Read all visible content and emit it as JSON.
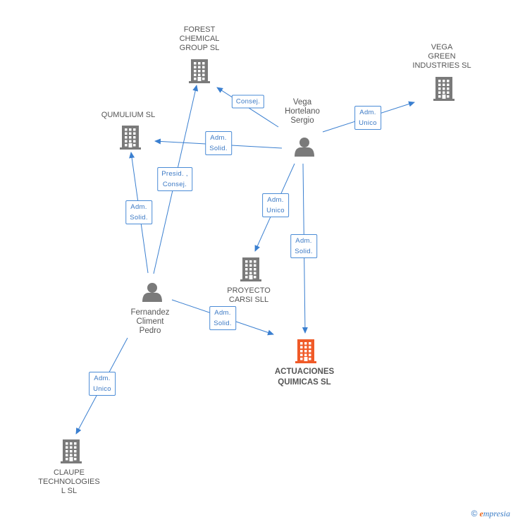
{
  "colors": {
    "edge": "#3a7fd0",
    "node": "#7a7a7a",
    "focus": "#f05a28"
  },
  "nodes": [
    {
      "id": "forest",
      "type": "company",
      "label": "FOREST\nCHEMICAL\nGROUP SL",
      "icon": "building-icon"
    },
    {
      "id": "vega_green",
      "type": "company",
      "label": "VEGA\nGREEN\nINDUSTRIES SL",
      "icon": "building-icon"
    },
    {
      "id": "qumulium",
      "type": "company",
      "label": "QUMULIUM SL",
      "icon": "building-icon"
    },
    {
      "id": "vega_sergio",
      "type": "person",
      "label": "Vega\nHortelano\nSergio",
      "icon": "person-icon"
    },
    {
      "id": "proyecto",
      "type": "company",
      "label": "PROYECTO\nCARSI SLL",
      "icon": "building-icon"
    },
    {
      "id": "fernandez",
      "type": "person",
      "label": "Fernandez\nCliment\nPedro",
      "icon": "person-icon"
    },
    {
      "id": "actuaciones",
      "type": "focus",
      "label": "ACTUACIONES\nQUIMICAS SL",
      "icon": "building-icon"
    },
    {
      "id": "claupe",
      "type": "company",
      "label": "CLAUPE\nTECHNOLOGIES\nL SL",
      "icon": "building-icon"
    }
  ],
  "edges": [
    {
      "from": "vega_sergio",
      "to": "forest",
      "label": "Consej."
    },
    {
      "from": "vega_sergio",
      "to": "vega_green",
      "label": "Adm.\nUnico"
    },
    {
      "from": "vega_sergio",
      "to": "qumulium",
      "label": "Adm.\nSolid."
    },
    {
      "from": "vega_sergio",
      "to": "proyecto",
      "label": "Adm.\nUnico"
    },
    {
      "from": "vega_sergio",
      "to": "actuaciones",
      "label": "Adm.\nSolid."
    },
    {
      "from": "fernandez",
      "to": "forest",
      "label": "Presid. ,\nConsej."
    },
    {
      "from": "fernandez",
      "to": "qumulium",
      "label": "Adm.\nSolid."
    },
    {
      "from": "fernandez",
      "to": "actuaciones",
      "label": "Adm.\nSolid."
    },
    {
      "from": "fernandez",
      "to": "claupe",
      "label": "Adm.\nUnico"
    }
  ],
  "brand": {
    "copyright": "©",
    "initial": "e",
    "name": "mpresia"
  }
}
